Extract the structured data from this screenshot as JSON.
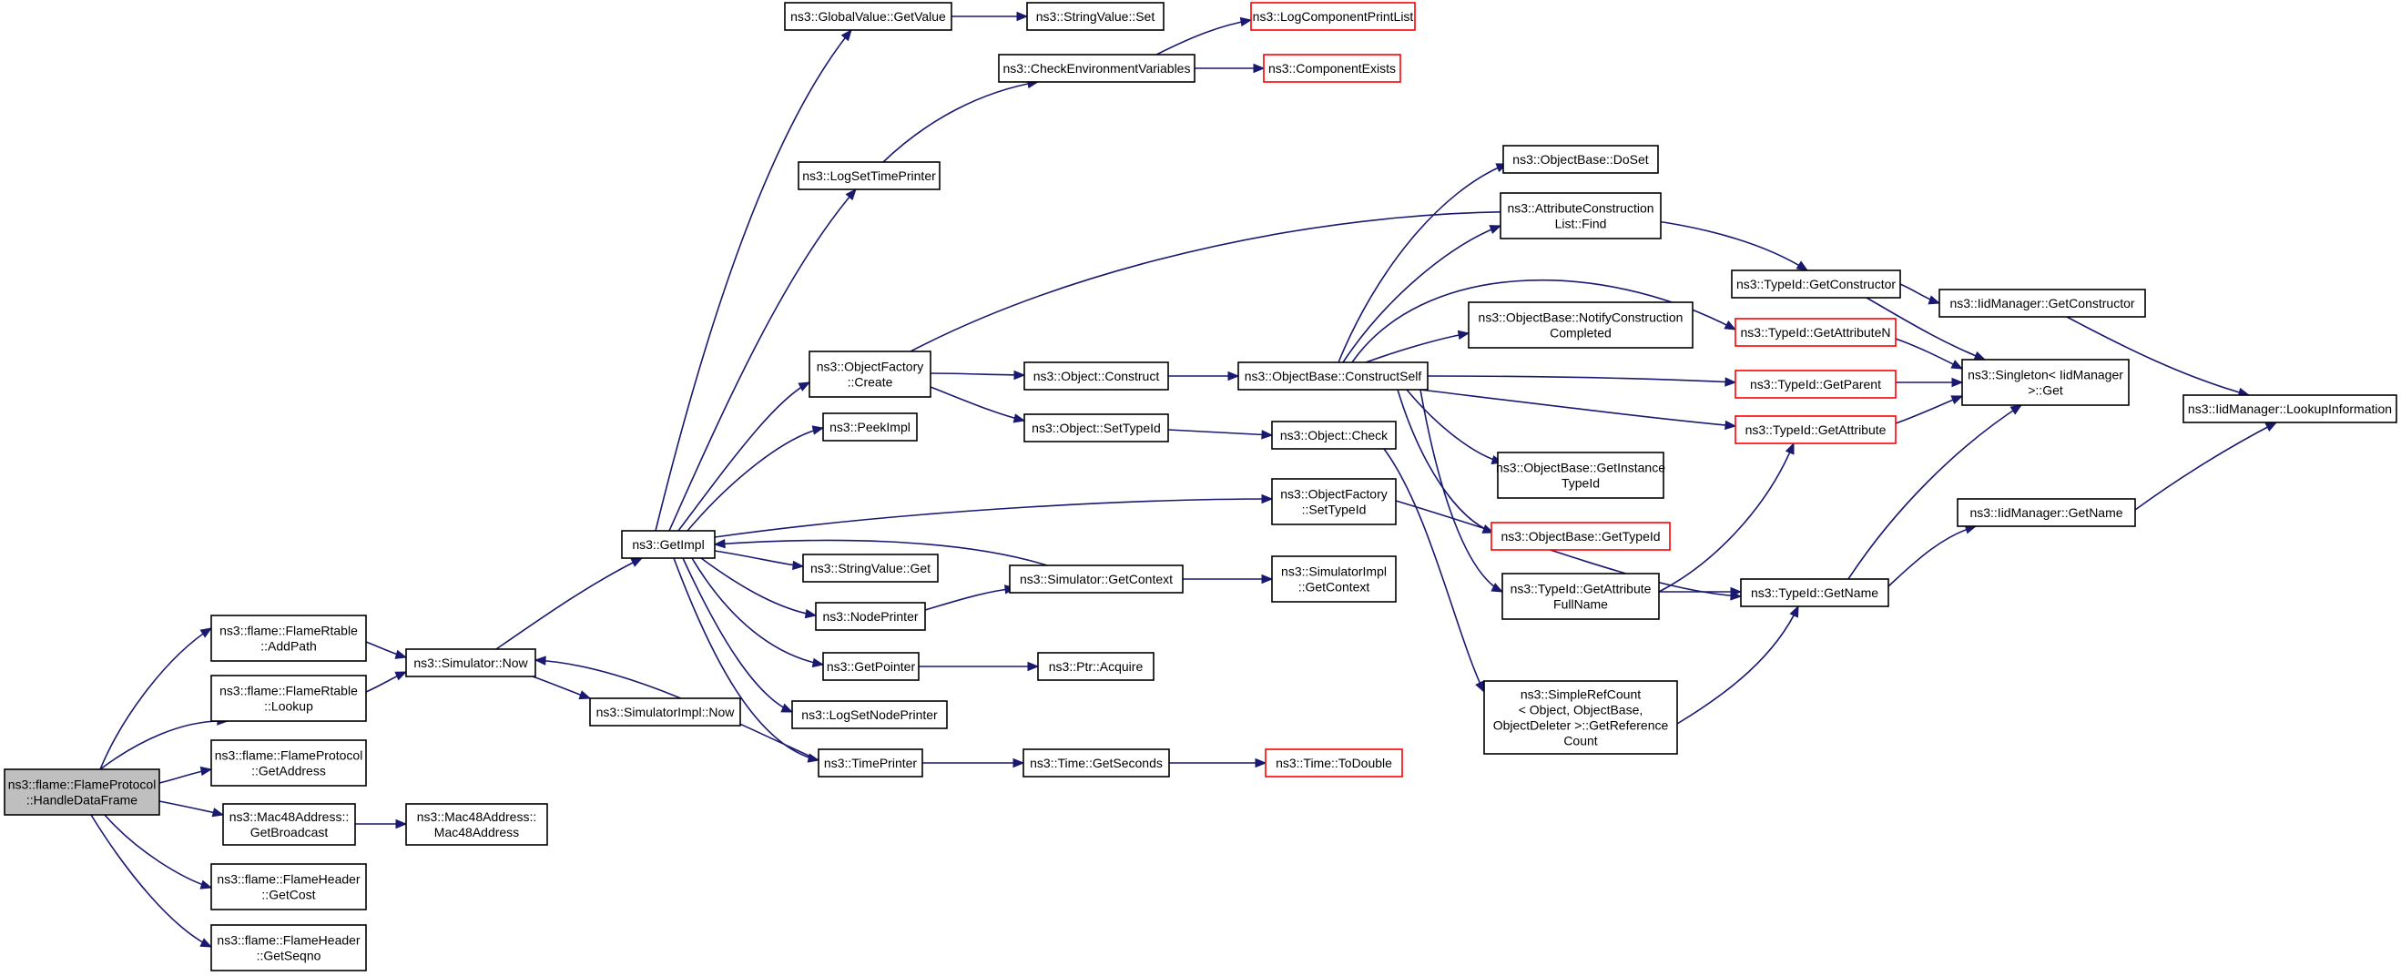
{
  "diagram": {
    "type": "call-graph",
    "edge_color": "#191970",
    "truncated_node_color": "#ff0000",
    "root_fill_color": "#bfbfbf",
    "nodes": [
      {
        "id": "handle",
        "lines": [
          "ns3::flame::FlameProtocol",
          "::HandleDataFrame"
        ],
        "style": "root"
      },
      {
        "id": "addpath",
        "lines": [
          "ns3::flame::FlameRtable",
          "::AddPath"
        ],
        "style": "normal"
      },
      {
        "id": "lookup",
        "lines": [
          "ns3::flame::FlameRtable",
          "::Lookup"
        ],
        "style": "normal"
      },
      {
        "id": "getaddress",
        "lines": [
          "ns3::flame::FlameProtocol",
          "::GetAddress"
        ],
        "style": "normal"
      },
      {
        "id": "getbroadcast",
        "lines": [
          "ns3::Mac48Address::",
          "GetBroadcast"
        ],
        "style": "normal"
      },
      {
        "id": "getcost",
        "lines": [
          "ns3::flame::FlameHeader",
          "::GetCost"
        ],
        "style": "normal"
      },
      {
        "id": "getseqno",
        "lines": [
          "ns3::flame::FlameHeader",
          "::GetSeqno"
        ],
        "style": "normal"
      },
      {
        "id": "simnow",
        "lines": [
          "ns3::Simulator::Now"
        ],
        "style": "normal"
      },
      {
        "id": "mac48",
        "lines": [
          "ns3::Mac48Address::",
          "Mac48Address"
        ],
        "style": "normal"
      },
      {
        "id": "getimpl",
        "lines": [
          "ns3::GetImpl"
        ],
        "style": "normal"
      },
      {
        "id": "simimplnow",
        "lines": [
          "ns3::SimulatorImpl::Now"
        ],
        "style": "normal"
      },
      {
        "id": "gvgetvalue",
        "lines": [
          "ns3::GlobalValue::GetValue"
        ],
        "style": "normal"
      },
      {
        "id": "logsettimeprinter",
        "lines": [
          "ns3::LogSetTimePrinter"
        ],
        "style": "normal"
      },
      {
        "id": "ofcreate",
        "lines": [
          "ns3::ObjectFactory",
          "::Create"
        ],
        "style": "normal"
      },
      {
        "id": "peekimpl",
        "lines": [
          "ns3::PeekImpl"
        ],
        "style": "normal"
      },
      {
        "id": "svget",
        "lines": [
          "ns3::StringValue::Get"
        ],
        "style": "normal"
      },
      {
        "id": "nodeprinter",
        "lines": [
          "ns3::NodePrinter"
        ],
        "style": "normal"
      },
      {
        "id": "getpointer",
        "lines": [
          "ns3::GetPointer"
        ],
        "style": "normal"
      },
      {
        "id": "logsetnodeprinter",
        "lines": [
          "ns3::LogSetNodePrinter"
        ],
        "style": "normal"
      },
      {
        "id": "timeprinter",
        "lines": [
          "ns3::TimePrinter"
        ],
        "style": "normal"
      },
      {
        "id": "svset",
        "lines": [
          "ns3::StringValue::Set"
        ],
        "style": "normal"
      },
      {
        "id": "checkenv",
        "lines": [
          "ns3::CheckEnvironmentVariables"
        ],
        "style": "normal"
      },
      {
        "id": "logcompprint",
        "lines": [
          "ns3::LogComponentPrintList"
        ],
        "style": "truncated"
      },
      {
        "id": "compexists",
        "lines": [
          "ns3::ComponentExists"
        ],
        "style": "truncated"
      },
      {
        "id": "objconstruct",
        "lines": [
          "ns3::Object::Construct"
        ],
        "style": "normal"
      },
      {
        "id": "objsettypeid",
        "lines": [
          "ns3::Object::SetTypeId"
        ],
        "style": "normal"
      },
      {
        "id": "simgetcontext",
        "lines": [
          "ns3::Simulator::GetContext"
        ],
        "style": "normal"
      },
      {
        "id": "ptracquire",
        "lines": [
          "ns3::Ptr::Acquire"
        ],
        "style": "normal"
      },
      {
        "id": "timegetseconds",
        "lines": [
          "ns3::Time::GetSeconds"
        ],
        "style": "normal"
      },
      {
        "id": "obconstructself",
        "lines": [
          "ns3::ObjectBase::ConstructSelf"
        ],
        "style": "normal"
      },
      {
        "id": "objcheck",
        "lines": [
          "ns3::Object::Check"
        ],
        "style": "normal"
      },
      {
        "id": "ofsettypeid",
        "lines": [
          "ns3::ObjectFactory",
          "::SetTypeId"
        ],
        "style": "normal"
      },
      {
        "id": "simimplgetcontext",
        "lines": [
          "ns3::SimulatorImpl",
          "::GetContext"
        ],
        "style": "normal"
      },
      {
        "id": "timetodouble",
        "lines": [
          "ns3::Time::ToDouble"
        ],
        "style": "truncated"
      },
      {
        "id": "obdoset",
        "lines": [
          "ns3::ObjectBase::DoSet"
        ],
        "style": "normal"
      },
      {
        "id": "attrconstfind",
        "lines": [
          "ns3::AttributeConstruction",
          "List::Find"
        ],
        "style": "normal"
      },
      {
        "id": "obnotify",
        "lines": [
          "ns3::ObjectBase::NotifyConstruction",
          "Completed"
        ],
        "style": "normal"
      },
      {
        "id": "obgetinstance",
        "lines": [
          "ns3::ObjectBase::GetInstance",
          "TypeId"
        ],
        "style": "normal"
      },
      {
        "id": "obgettypeid",
        "lines": [
          "ns3::ObjectBase::GetTypeId"
        ],
        "style": "truncated"
      },
      {
        "id": "tidgetattrfullname",
        "lines": [
          "ns3::TypeId::GetAttribute",
          "FullName"
        ],
        "style": "normal"
      },
      {
        "id": "simplerefcount",
        "lines": [
          "ns3::SimpleRefCount",
          "< Object, ObjectBase,",
          " ObjectDeleter >::GetReference",
          "Count"
        ],
        "style": "normal"
      },
      {
        "id": "tidgetconstructor",
        "lines": [
          "ns3::TypeId::GetConstructor"
        ],
        "style": "normal"
      },
      {
        "id": "tidgetattrn",
        "lines": [
          "ns3::TypeId::GetAttributeN"
        ],
        "style": "truncated"
      },
      {
        "id": "tidgetparent",
        "lines": [
          "ns3::TypeId::GetParent"
        ],
        "style": "truncated"
      },
      {
        "id": "tidgetattr",
        "lines": [
          "ns3::TypeId::GetAttribute"
        ],
        "style": "truncated"
      },
      {
        "id": "tidgetname",
        "lines": [
          "ns3::TypeId::GetName"
        ],
        "style": "normal"
      },
      {
        "id": "iidgetconstructor",
        "lines": [
          "ns3::IidManager::GetConstructor"
        ],
        "style": "normal"
      },
      {
        "id": "singletonget",
        "lines": [
          "ns3::Singleton< IidManager",
          " >::Get"
        ],
        "style": "normal"
      },
      {
        "id": "iidgetname",
        "lines": [
          "ns3::IidManager::GetName"
        ],
        "style": "normal"
      },
      {
        "id": "iidlookup",
        "lines": [
          "ns3::IidManager::LookupInformation"
        ],
        "style": "normal"
      }
    ],
    "edges": [
      {
        "from": "handle",
        "to": "addpath"
      },
      {
        "from": "handle",
        "to": "lookup"
      },
      {
        "from": "handle",
        "to": "getaddress"
      },
      {
        "from": "handle",
        "to": "getbroadcast"
      },
      {
        "from": "handle",
        "to": "getcost"
      },
      {
        "from": "handle",
        "to": "getseqno"
      },
      {
        "from": "addpath",
        "to": "simnow"
      },
      {
        "from": "lookup",
        "to": "simnow"
      },
      {
        "from": "getbroadcast",
        "to": "mac48"
      },
      {
        "from": "simnow",
        "to": "getimpl"
      },
      {
        "from": "simnow",
        "to": "simimplnow"
      },
      {
        "from": "getimpl",
        "to": "gvgetvalue"
      },
      {
        "from": "getimpl",
        "to": "logsettimeprinter"
      },
      {
        "from": "getimpl",
        "to": "ofcreate"
      },
      {
        "from": "getimpl",
        "to": "peekimpl"
      },
      {
        "from": "getimpl",
        "to": "ofsettypeid"
      },
      {
        "from": "getimpl",
        "to": "svget"
      },
      {
        "from": "getimpl",
        "to": "nodeprinter"
      },
      {
        "from": "getimpl",
        "to": "getpointer"
      },
      {
        "from": "getimpl",
        "to": "logsetnodeprinter"
      },
      {
        "from": "getimpl",
        "to": "timeprinter"
      },
      {
        "from": "gvgetvalue",
        "to": "svset"
      },
      {
        "from": "logsettimeprinter",
        "to": "checkenv"
      },
      {
        "from": "checkenv",
        "to": "logcompprint"
      },
      {
        "from": "checkenv",
        "to": "compexists"
      },
      {
        "from": "ofcreate",
        "to": "objconstruct"
      },
      {
        "from": "ofcreate",
        "to": "objsettypeid"
      },
      {
        "from": "ofcreate",
        "to": "tidgetconstructor"
      },
      {
        "from": "objconstruct",
        "to": "obconstructself"
      },
      {
        "from": "objsettypeid",
        "to": "objcheck"
      },
      {
        "from": "nodeprinter",
        "to": "simgetcontext"
      },
      {
        "from": "simgetcontext",
        "to": "getimpl"
      },
      {
        "from": "simgetcontext",
        "to": "simimplgetcontext"
      },
      {
        "from": "getpointer",
        "to": "ptracquire"
      },
      {
        "from": "timeprinter",
        "to": "simnow"
      },
      {
        "from": "timeprinter",
        "to": "timegetseconds"
      },
      {
        "from": "timegetseconds",
        "to": "timetodouble"
      },
      {
        "from": "obconstructself",
        "to": "obdoset"
      },
      {
        "from": "obconstructself",
        "to": "attrconstfind"
      },
      {
        "from": "obconstructself",
        "to": "tidgetattrn"
      },
      {
        "from": "obconstructself",
        "to": "obnotify"
      },
      {
        "from": "obconstructself",
        "to": "tidgetparent"
      },
      {
        "from": "obconstructself",
        "to": "tidgetattr"
      },
      {
        "from": "obconstructself",
        "to": "obgetinstance"
      },
      {
        "from": "obconstructself",
        "to": "obgettypeid"
      },
      {
        "from": "obconstructself",
        "to": "tidgetattrfullname"
      },
      {
        "from": "objcheck",
        "to": "simplerefcount"
      },
      {
        "from": "ofsettypeid",
        "to": "tidgetname"
      },
      {
        "from": "simplerefcount",
        "to": "tidgetname"
      },
      {
        "from": "tidgetattrfullname",
        "to": "tidgetattr"
      },
      {
        "from": "tidgetattrfullname",
        "to": "tidgetname"
      },
      {
        "from": "tidgetconstructor",
        "to": "iidgetconstructor"
      },
      {
        "from": "tidgetconstructor",
        "to": "singletonget"
      },
      {
        "from": "tidgetattrn",
        "to": "singletonget"
      },
      {
        "from": "tidgetparent",
        "to": "singletonget"
      },
      {
        "from": "tidgetattr",
        "to": "singletonget"
      },
      {
        "from": "tidgetname",
        "to": "singletonget"
      },
      {
        "from": "tidgetname",
        "to": "iidgetname"
      },
      {
        "from": "iidgetconstructor",
        "to": "iidlookup"
      },
      {
        "from": "iidgetname",
        "to": "iidlookup"
      }
    ]
  }
}
